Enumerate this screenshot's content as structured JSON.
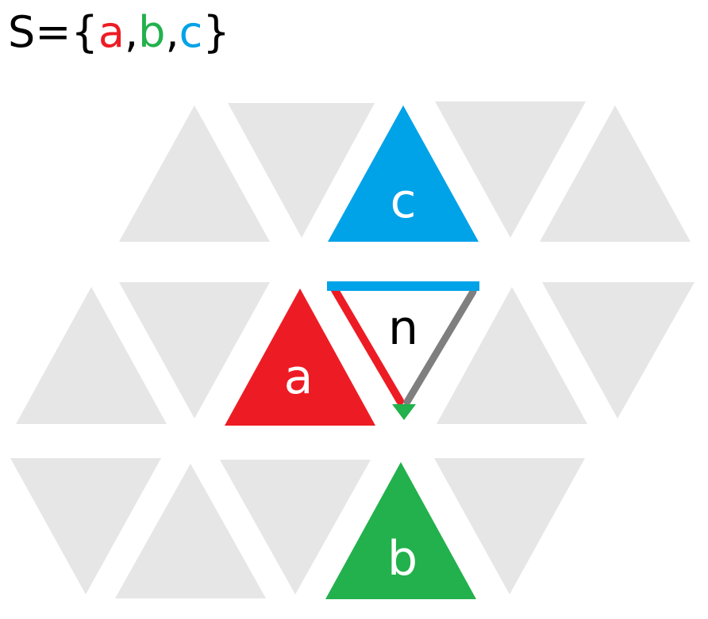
{
  "title": {
    "prefix": "S={",
    "comma1": ",",
    "comma2": ",",
    "suffix": "}",
    "elements": [
      {
        "text": "a",
        "color": "#ed1c24"
      },
      {
        "text": "b",
        "color": "#22b14c"
      },
      {
        "text": "c",
        "color": "#00a2e8"
      }
    ]
  },
  "labels": {
    "a": "a",
    "b": "b",
    "c": "c",
    "n": "n"
  },
  "colors": {
    "a": "#ed1c24",
    "b": "#22b14c",
    "c": "#00a2e8",
    "n_edge_right": "#7f7f7f",
    "background_tile": "#e6e6e6",
    "label_text_on_color": "#ffffff",
    "label_text_on_white": "#000000"
  }
}
